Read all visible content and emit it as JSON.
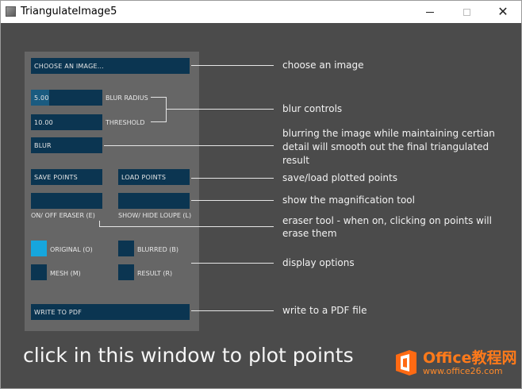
{
  "window": {
    "title": "TriangulateImage5"
  },
  "panel": {
    "choose_image": "CHOOSE AN IMAGE...",
    "blur_radius": {
      "value": "5.00",
      "label": "BLUR RADIUS",
      "fill_fraction": 0.25
    },
    "threshold": {
      "value": "10.00",
      "label": "THRESHOLD",
      "fill_fraction": 0.0
    },
    "blur_button": "BLUR",
    "save_points": "SAVE POINTS",
    "load_points": "LOAD POINTS",
    "eraser_label": "ON/ OFF ERASER (E)",
    "loupe_label": "SHOW/ HIDE LOUPE (L)",
    "display": {
      "original": {
        "label": "ORIGINAL (O)",
        "active": true
      },
      "blurred": {
        "label": "BLURRED (B)",
        "active": false
      },
      "mesh": {
        "label": "MESH (M)",
        "active": false
      },
      "result": {
        "label": "RESULT (R)",
        "active": false
      }
    },
    "write_pdf": "WRITE TO PDF"
  },
  "annotations": {
    "choose": "choose an image",
    "blur_controls": "blur controls",
    "blurring_line1": "blurring the image while maintaining certian",
    "blurring_line2": "detail will smooth out the final triangulated",
    "blurring_line3": "result",
    "save_load": "save/load plotted points",
    "magnify": "show the magnification tool",
    "eraser_line1": "eraser tool - when on, clicking on points will",
    "eraser_line2": "erase them",
    "display_options": "display options",
    "write_pdf": "write to a PDF file"
  },
  "canvas_hint": "click in this window to plot points",
  "watermark": {
    "title": "Office教程网",
    "url": "www.office26.com"
  },
  "colors": {
    "background": "#4b4b4b",
    "panel": "#666666",
    "control": "#0b3551",
    "toggle_on": "#16a6dd",
    "watermark": "#ff7a1a"
  }
}
